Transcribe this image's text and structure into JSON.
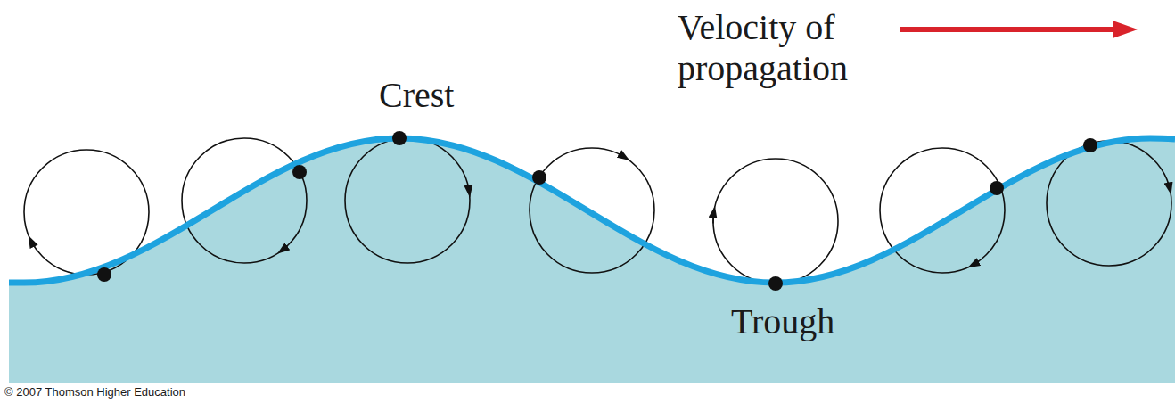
{
  "diagram": {
    "labels": [
      "Velocity of propagation",
      "Crest",
      "Trough",
      "© 2007 Thomson Higher Education"
    ]
  }
}
